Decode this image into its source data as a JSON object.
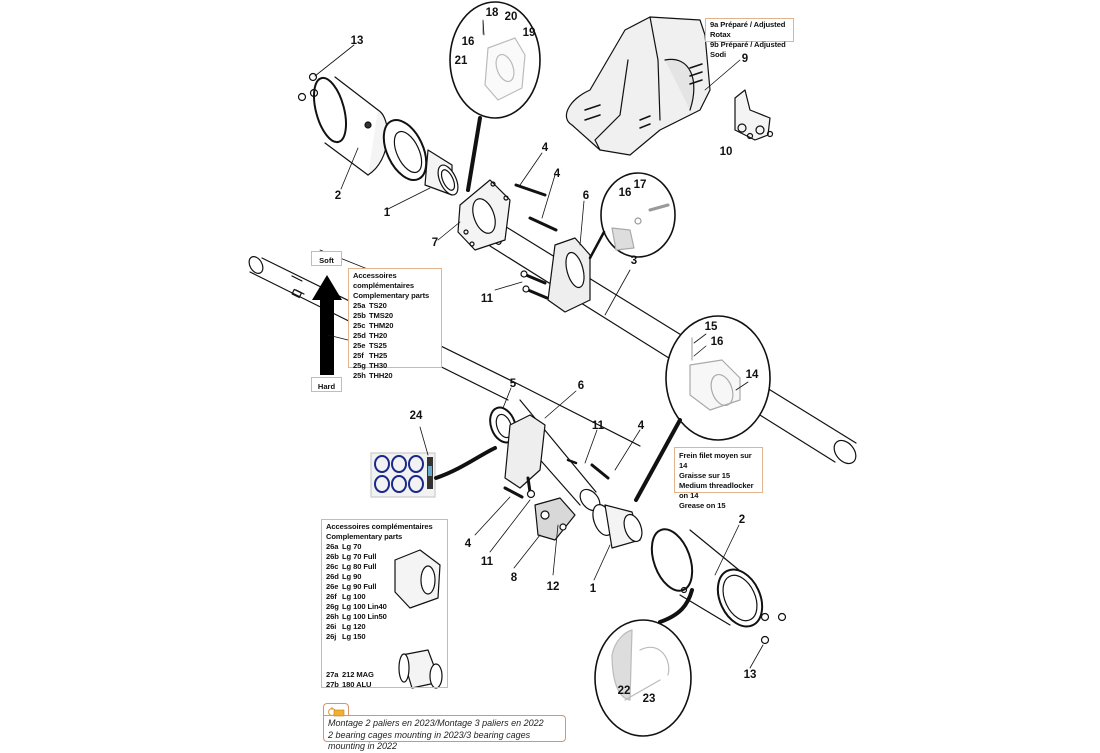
{
  "diagram": {
    "title": "Rear axle assembly exploded view",
    "part_labels": [
      {
        "id": "label-13-top",
        "text": "13"
      },
      {
        "id": "label-2-top",
        "text": "2"
      },
      {
        "id": "label-1-top",
        "text": "1"
      },
      {
        "id": "label-7",
        "text": "7"
      },
      {
        "id": "label-18",
        "text": "18"
      },
      {
        "id": "label-20",
        "text": "20"
      },
      {
        "id": "label-16-zoom1",
        "text": "16"
      },
      {
        "id": "label-19",
        "text": "19"
      },
      {
        "id": "label-21",
        "text": "21"
      },
      {
        "id": "label-9",
        "text": "9"
      },
      {
        "id": "label-10",
        "text": "10"
      },
      {
        "id": "label-4-a",
        "text": "4"
      },
      {
        "id": "label-4-b",
        "text": "4"
      },
      {
        "id": "label-6-top",
        "text": "6"
      },
      {
        "id": "label-16-zoom2",
        "text": "16"
      },
      {
        "id": "label-17",
        "text": "17"
      },
      {
        "id": "label-3",
        "text": "3"
      },
      {
        "id": "label-11-top",
        "text": "11"
      },
      {
        "id": "label-15",
        "text": "15"
      },
      {
        "id": "label-16-zoom3",
        "text": "16"
      },
      {
        "id": "label-14",
        "text": "14"
      },
      {
        "id": "label-5",
        "text": "5"
      },
      {
        "id": "label-6-bottom",
        "text": "6"
      },
      {
        "id": "label-24",
        "text": "24"
      },
      {
        "id": "label-11-mid",
        "text": "11"
      },
      {
        "id": "label-4-c",
        "text": "4"
      },
      {
        "id": "label-4-d",
        "text": "4"
      },
      {
        "id": "label-11-bottom",
        "text": "11"
      },
      {
        "id": "label-8",
        "text": "8"
      },
      {
        "id": "label-12",
        "text": "12"
      },
      {
        "id": "label-1-bottom",
        "text": "1"
      },
      {
        "id": "label-2-bottom",
        "text": "2"
      },
      {
        "id": "label-13-bottom",
        "text": "13"
      },
      {
        "id": "label-22",
        "text": "22"
      },
      {
        "id": "label-23",
        "text": "23"
      }
    ],
    "hardness_scale": {
      "top_label": "Soft",
      "bottom_label": "Hard"
    },
    "axle_accessories": {
      "title_fr": "Accessoires complémentaires",
      "title_en": "Complementary parts",
      "items": [
        {
          "code": "25a",
          "name": "TS20"
        },
        {
          "code": "25b",
          "name": "TMS20"
        },
        {
          "code": "25c",
          "name": "THM20"
        },
        {
          "code": "25d",
          "name": "TH20"
        },
        {
          "code": "25e",
          "name": "TS25"
        },
        {
          "code": "25f",
          "name": "TH25"
        },
        {
          "code": "25g",
          "name": "TH30"
        },
        {
          "code": "25h",
          "name": "THH20"
        }
      ]
    },
    "hub_accessories": {
      "title_fr": "Accessoires complémentaires",
      "title_en": "Complementary parts",
      "items": [
        {
          "code": "26a",
          "name": "Lg 70"
        },
        {
          "code": "26b",
          "name": "Lg 70 Full"
        },
        {
          "code": "26c",
          "name": "Lg 80 Full"
        },
        {
          "code": "26d",
          "name": "Lg 90"
        },
        {
          "code": "26e",
          "name": "Lg 90 Full"
        },
        {
          "code": "26f",
          "name": "Lg 100"
        },
        {
          "code": "26g",
          "name": "Lg 100 Lin40"
        },
        {
          "code": "26h",
          "name": "Lg 100 Lin50"
        },
        {
          "code": "26i",
          "name": "Lg 120"
        },
        {
          "code": "26j",
          "name": "Lg 150"
        }
      ],
      "extra_items": [
        {
          "code": "27a",
          "name": "212 MAG"
        },
        {
          "code": "27b",
          "name": "180 ALU"
        }
      ]
    },
    "chain_guard_variants": {
      "line1": "9a Préparé / Adjusted Rotax",
      "line2": "9b Préparé / Adjusted Sodi"
    },
    "torque_note": {
      "lines": [
        "Frein filet moyen sur 14",
        "Graisse sur 15",
        "Medium threadlocker on 14",
        "Grease on 15"
      ]
    },
    "mounting_note": {
      "icon": "note-folder-icon",
      "line1": "Montage 2 paliers en 2023/Montage 3 paliers en 2022",
      "line2": "2 bearing cages mounting in 2023/3 bearing cages mounting in 2022"
    },
    "colors": {
      "box_border": "#e2b48e",
      "note_border": "#d9956a",
      "line": "#111111",
      "ring_blue": "#1a2a8a",
      "part_fill": "#f4f4f4",
      "shade_fill": "#d8d8d8"
    }
  }
}
